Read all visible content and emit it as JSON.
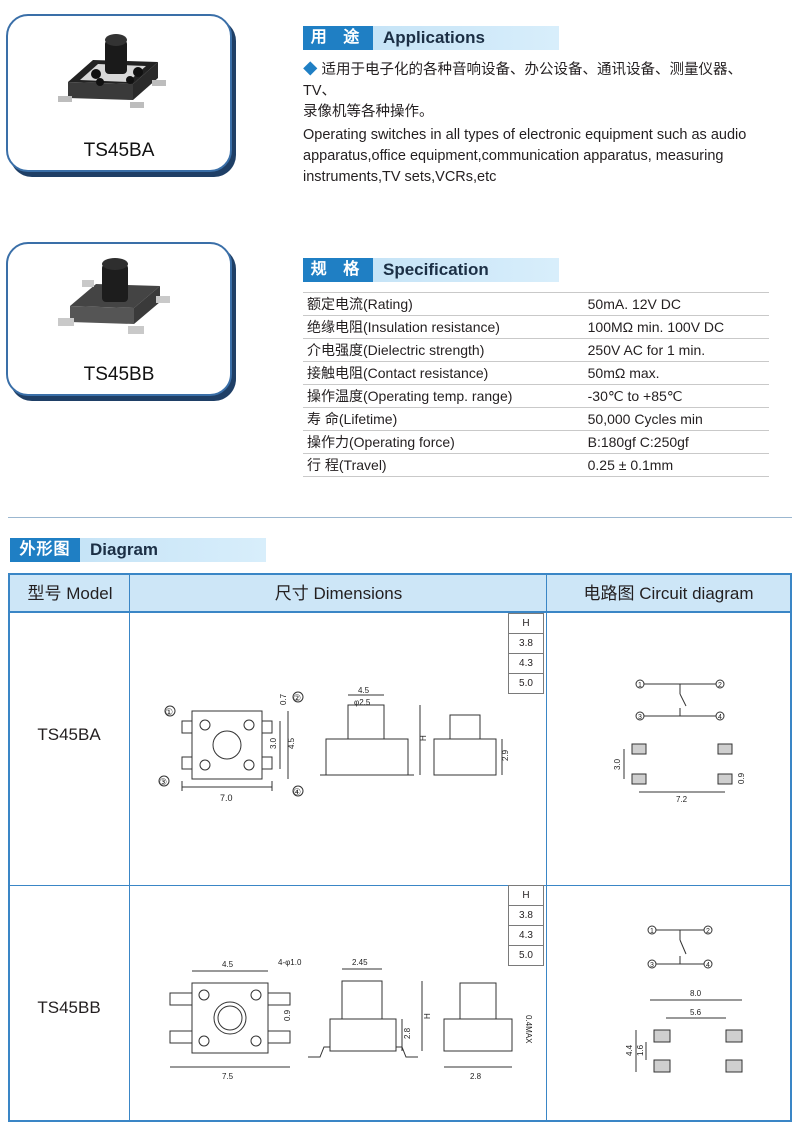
{
  "products": [
    {
      "model": "TS45BA"
    },
    {
      "model": "TS45BB"
    }
  ],
  "applications": {
    "header_cn": "用 途",
    "header_en": "Applications",
    "bullet": "◆",
    "text_cn_line1": "适用于电子化的各种音响设备、办公设备、通讯设备、测量仪器、TV、",
    "text_cn_line2": "录像机等各种操作。",
    "text_en_line1": "Operating switches in all types of electronic equipment such as audio",
    "text_en_line2": "apparatus,office equipment,communication apparatus, measuring",
    "text_en_line3": "instruments,TV sets,VCRs,etc"
  },
  "specification": {
    "header_cn": "规 格",
    "header_en": "Specification",
    "rows": [
      {
        "label": "额定电流(Rating)",
        "value": "50mA. 12V DC"
      },
      {
        "label": "绝缘电阻(Insulation resistance)",
        "value": "100MΩ min. 100V DC"
      },
      {
        "label": "介电强度(Dielectric strength)",
        "value": "250V AC for 1 min."
      },
      {
        "label": "接触电阻(Contact resistance)",
        "value": "50mΩ max."
      },
      {
        "label": "操作温度(Operating temp. range)",
        "value": "-30℃ to +85℃"
      },
      {
        "label": "寿  命(Lifetime)",
        "value": "50,000 Cycles min"
      },
      {
        "label": "操作力(Operating force)",
        "value": "B:180gf  C:250gf"
      },
      {
        "label": "行  程(Travel)",
        "value": "0.25 ± 0.1mm"
      }
    ]
  },
  "diagram": {
    "header_cn": "外形图",
    "header_en": "Diagram",
    "col_model": "型号 Model",
    "col_dimensions": "尺寸 Dimensions",
    "col_circuit": "电路图 Circuit diagram",
    "height_table": {
      "head": "H",
      "values": [
        "3.8",
        "4.3",
        "5.0"
      ]
    },
    "rows": [
      {
        "model": "TS45BA",
        "dims": {
          "w": "7.0",
          "d1": "3.0",
          "d2": "4.5",
          "d3": "0.7",
          "top": "4.5",
          "phi": "φ2.5",
          "h": "H",
          "side": "2.9",
          "c1": "①",
          "c2": "②",
          "c3": "③",
          "c4": "④"
        },
        "circuit": {
          "n1": "1",
          "n2": "2",
          "n3": "3",
          "n4": "4",
          "pitch_v": "3.0",
          "pitch_h": "7.2",
          "pad": "0.9"
        }
      },
      {
        "model": "TS45BB",
        "dims": {
          "w": "7.5",
          "top": "4.5",
          "holes": "4-φ1.0",
          "d1": "0.9",
          "top2": "2.45",
          "h": "H",
          "hh": "2.8",
          "max": "0.4MAX",
          "bottom": "2.8"
        },
        "circuit": {
          "n1": "1",
          "n2": "2",
          "n3": "3",
          "n4": "4",
          "outer": "8.0",
          "inner": "5.6",
          "v1": "4.4",
          "v2": "1.6"
        }
      }
    ]
  }
}
